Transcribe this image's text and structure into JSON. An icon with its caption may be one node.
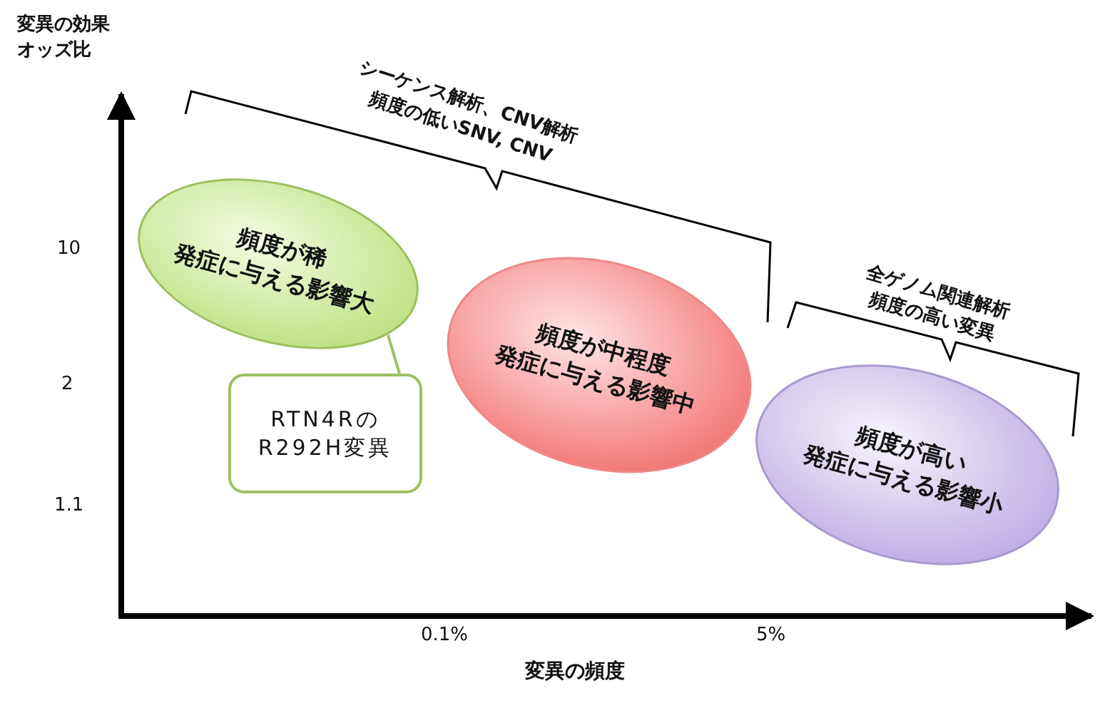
{
  "diagram": {
    "nodes": [
      {
        "text": [
          "頻度が稀",
          "発症に与える影響大"
        ]
      },
      {
        "text": [
          "頻度が中程度",
          "発症に与える影響中"
        ]
      },
      {
        "text": [
          "頻度が高い",
          "発症に与える影響小"
        ]
      },
      {
        "text": [
          "RTN4Rの",
          "R292H変異"
        ]
      }
    ],
    "edges": [
      {
        "from": 3,
        "to": 0,
        "arrow": "none"
      }
    ],
    "labels": [
      "変異の効果",
      "オッズ比",
      "シーケンス解析、CNV解析",
      "頻度の低いSNV, CNV",
      "全ゲノム関連解析",
      "頻度の高い変異",
      "10",
      "2",
      "1.1",
      "0.1%",
      "5%",
      "変異の頻度"
    ]
  }
}
